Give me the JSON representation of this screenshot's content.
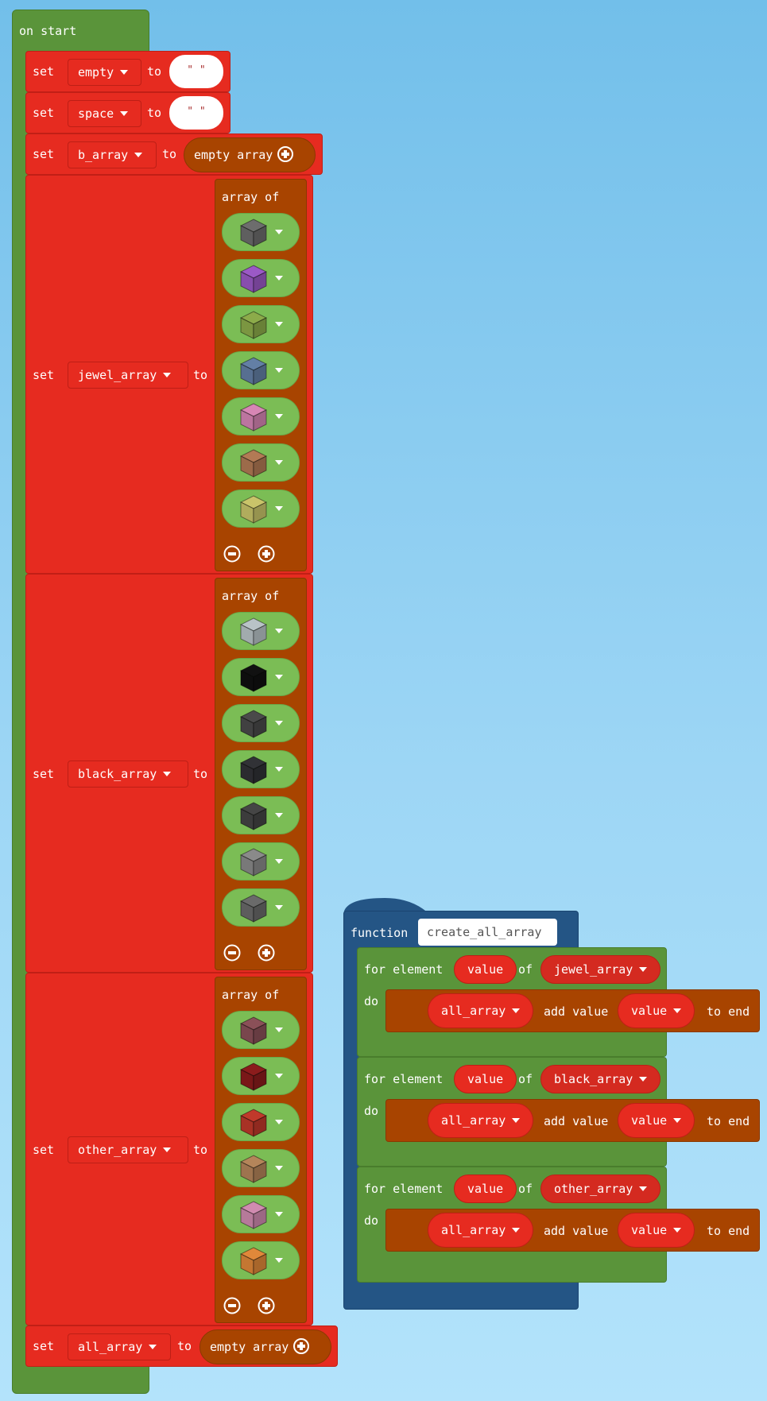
{
  "on_start": {
    "hat_label": "on start",
    "set_label": "set",
    "to_label": "to",
    "statements": [
      {
        "variable": "empty",
        "value_type": "string",
        "value": "\" \""
      },
      {
        "variable": "space",
        "value_type": "string",
        "value": "\" \""
      },
      {
        "variable": "b_array",
        "value_type": "empty_array",
        "value": "empty array"
      },
      {
        "variable": "jewel_array",
        "value_type": "array_of",
        "value": "array of",
        "items": [
          {
            "icon": "gray-glass-cube-icon",
            "color": "#6d6d6d"
          },
          {
            "icon": "purple-glass-cube-icon",
            "color": "#9b59c6"
          },
          {
            "icon": "lime-glass-cube-icon",
            "color": "#8cab4a"
          },
          {
            "icon": "blue-glass-cube-icon",
            "color": "#637fa5"
          },
          {
            "icon": "pink-glass-cube-icon",
            "color": "#d786b5"
          },
          {
            "icon": "brown-glass-cube-icon",
            "color": "#b27a55"
          },
          {
            "icon": "yellow-glass-cube-icon",
            "color": "#c9c46a"
          }
        ]
      },
      {
        "variable": "black_array",
        "value_type": "array_of",
        "value": "array of",
        "items": [
          {
            "icon": "diorite-pattern-cube-icon",
            "color": "#b9c3c7"
          },
          {
            "icon": "black-cube-icon",
            "color": "#111111"
          },
          {
            "icon": "dark-glass-cube-icon",
            "color": "#4a4a4a"
          },
          {
            "icon": "charcoal-cube-icon",
            "color": "#313236"
          },
          {
            "icon": "dark-glass-cube-icon-2",
            "color": "#454545"
          },
          {
            "icon": "stone-cube-icon",
            "color": "#8a8a8a"
          },
          {
            "icon": "gray-glass-cube-icon-2",
            "color": "#6a6a6a"
          }
        ]
      },
      {
        "variable": "other_array",
        "value_type": "array_of",
        "value": "array of",
        "items": [
          {
            "icon": "maroon-glass-cube-icon",
            "color": "#8a5058"
          },
          {
            "icon": "red-cube-icon",
            "color": "#8b1c1c"
          },
          {
            "icon": "red-swirl-cube-icon",
            "color": "#c0392b"
          },
          {
            "icon": "tan-glass-cube-icon",
            "color": "#b4855a"
          },
          {
            "icon": "pink-glass-cube-icon-2",
            "color": "#d08bb0"
          },
          {
            "icon": "orange-teal-pattern-cube-icon",
            "color": "#e0883a"
          }
        ]
      },
      {
        "variable": "all_array",
        "value_type": "empty_array",
        "value": "empty array"
      }
    ]
  },
  "function_block": {
    "keyword": "function",
    "name": "create_all_array",
    "loops": [
      {
        "for_label": "for element",
        "iter_var": "value",
        "of_label": "of",
        "array": "jewel_array",
        "do_label": "do",
        "target": "all_array",
        "add_label": "add value",
        "item": "value",
        "end_label": "to end"
      },
      {
        "for_label": "for element",
        "iter_var": "value",
        "of_label": "of",
        "array": "black_array",
        "do_label": "do",
        "target": "all_array",
        "add_label": "add value",
        "item": "value",
        "end_label": "to end"
      },
      {
        "for_label": "for element",
        "iter_var": "value",
        "of_label": "of",
        "array": "other_array",
        "do_label": "do",
        "target": "all_array",
        "add_label": "add value",
        "item": "value",
        "end_label": "to end"
      }
    ]
  },
  "colors": {
    "event": "#5a943a",
    "variables": "#e62b20",
    "arrays": "#a84400",
    "functions": "#245585",
    "enum_item": "#7bbd55"
  }
}
